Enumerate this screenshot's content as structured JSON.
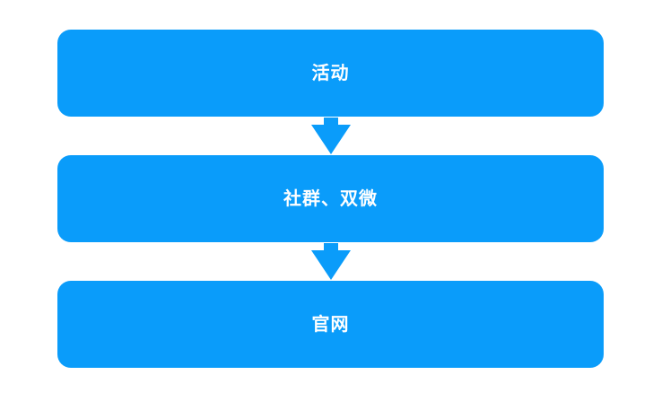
{
  "diagram": {
    "type": "flowchart-vertical",
    "background_color": "#FFFFFF",
    "node_fill_color": "#0A9CFA",
    "node_text_color": "#FFFFFF",
    "arrow_color": "#0A9CFA",
    "nodes": [
      {
        "label": "活动"
      },
      {
        "label": "社群、双微"
      },
      {
        "label": "官网"
      }
    ],
    "connections": [
      {
        "from": 0,
        "to": 1,
        "direction": "down"
      },
      {
        "from": 1,
        "to": 2,
        "direction": "down"
      }
    ]
  }
}
